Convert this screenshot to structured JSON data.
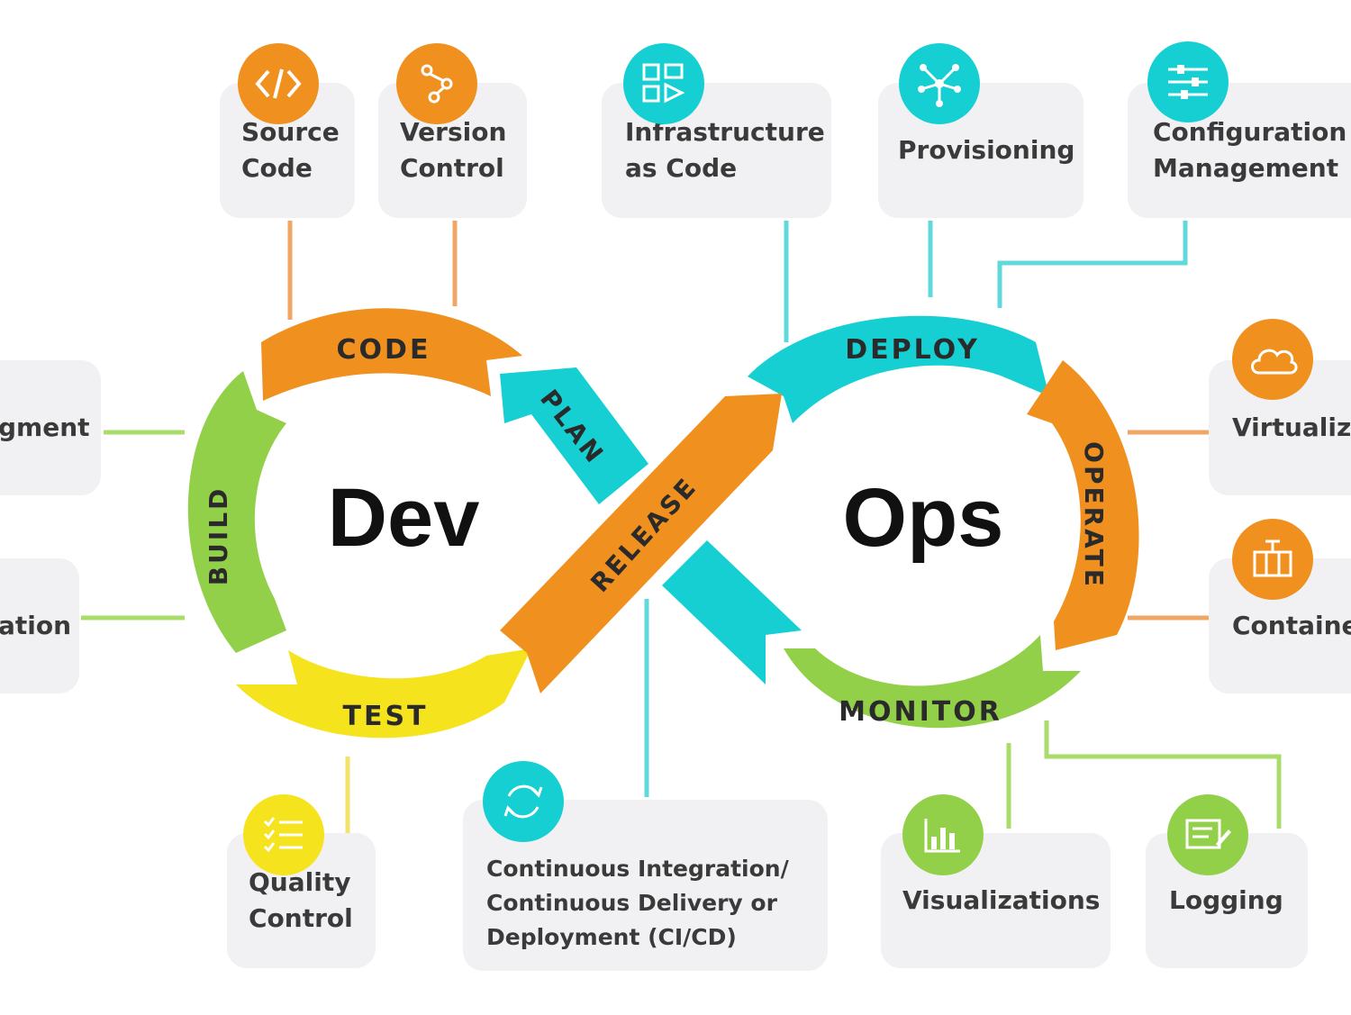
{
  "center": {
    "dev": "Dev",
    "ops": "Ops"
  },
  "segments": {
    "code": "CODE",
    "plan": "PLAN",
    "build": "BUILD",
    "test": "TEST",
    "release": "RELEASE",
    "deploy": "DEPLOY",
    "operate": "OPERATE",
    "monitor": "MONITOR"
  },
  "cards": {
    "source_code": [
      "Source",
      "Code"
    ],
    "version_control": [
      "Version",
      "Control"
    ],
    "iac": [
      "Infrastructure",
      "as Code"
    ],
    "provisioning": [
      "Provisioning"
    ],
    "config_mgmt": [
      "Configuration",
      "Management"
    ],
    "left_top": [
      "gment"
    ],
    "left_bottom": [
      "ation"
    ],
    "virtualization": [
      "Virtualiz"
    ],
    "containers": [
      "Containe"
    ],
    "quality_control": [
      "Quality",
      "Control"
    ],
    "cicd": [
      "Continuous Integration/",
      "Continuous Delivery or",
      "Deployment (CI/CD)"
    ],
    "visualizations": [
      "Visualizations"
    ],
    "logging": [
      "Logging"
    ]
  },
  "colors": {
    "orange": "#f0901f",
    "teal": "#15cfd2",
    "yellow": "#f5e31d",
    "green": "#92d04a",
    "card_bg": "#f1f1f3"
  },
  "icons": {
    "source_code": "code-brackets-icon",
    "version_control": "branch-icon",
    "iac": "blocks-icon",
    "provisioning": "network-hub-icon",
    "config_mgmt": "sliders-icon",
    "virtualization": "cloud-icon",
    "containers": "container-icon",
    "quality_control": "checklist-icon",
    "cicd": "refresh-cycle-icon",
    "visualizations": "bar-chart-icon",
    "logging": "log-document-icon"
  }
}
